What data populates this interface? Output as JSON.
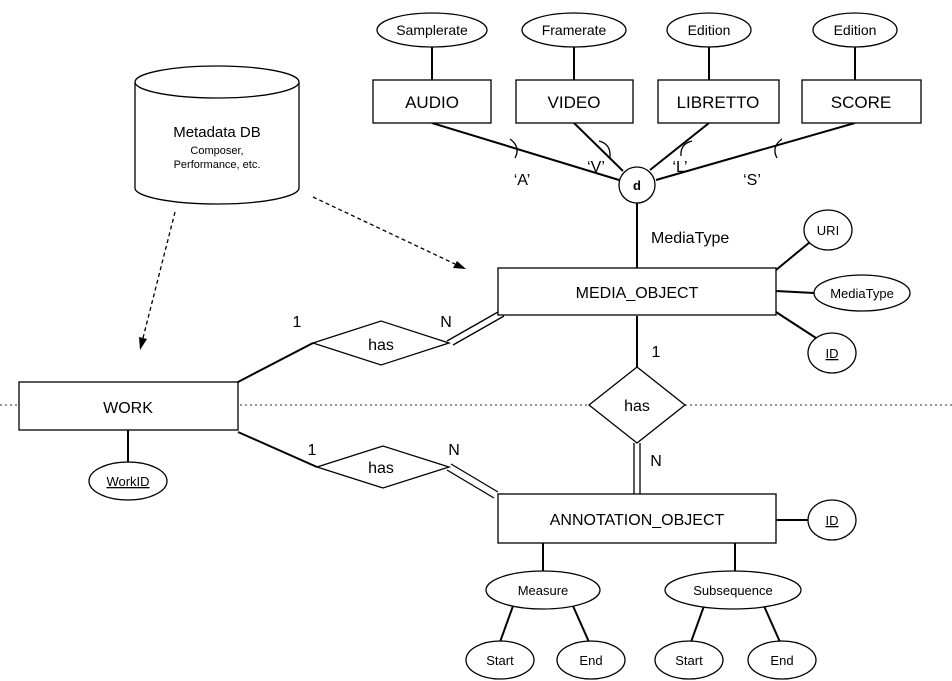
{
  "database": {
    "title": "Metadata DB",
    "subtitle_line1": "Composer,",
    "subtitle_line2": "Performance, etc."
  },
  "entities": {
    "audio": "AUDIO",
    "video": "VIDEO",
    "libretto": "LIBRETTO",
    "score": "SCORE",
    "media_object": "MEDIA_OBJECT",
    "work": "WORK",
    "annotation_object": "ANNOTATION_OBJECT"
  },
  "attributes": {
    "audio": "Samplerate",
    "video": "Framerate",
    "libretto": "Edition",
    "score": "Edition",
    "media_uri": "URI",
    "media_type": "MediaType",
    "media_id": "ID",
    "work_id": "WorkID",
    "annotation_id": "ID",
    "measure": "Measure",
    "subsequence": "Subsequence",
    "measure_start": "Start",
    "measure_end": "End",
    "subsequence_start": "Start",
    "subsequence_end": "End"
  },
  "specialization": {
    "symbol": "d",
    "discriminator": "MediaType",
    "labels": {
      "audio": "‘A’",
      "video": "‘V’",
      "libretto": "‘L’",
      "score": "‘S’"
    }
  },
  "relationships": {
    "work_media": {
      "label": "has",
      "card_work": "1",
      "card_media": "N"
    },
    "media_annotation": {
      "label": "has",
      "card_media": "1",
      "card_annotation": "N"
    },
    "work_annotation": {
      "label": "has",
      "card_work": "1",
      "card_annotation": "N"
    }
  }
}
